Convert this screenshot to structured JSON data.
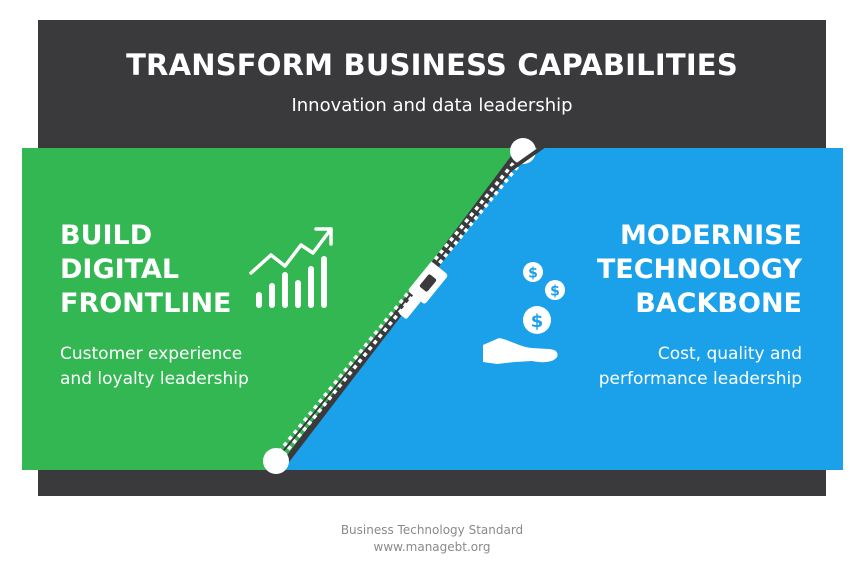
{
  "header": {
    "title": "TRANSFORM BUSINESS CAPABILITIES",
    "subtitle": "Innovation and data leadership"
  },
  "left_panel": {
    "heading_lines": [
      "BUILD",
      "DIGITAL",
      "FRONTLINE"
    ],
    "body_lines": [
      "Customer experience",
      "and loyalty leadership"
    ],
    "color": "#33b753",
    "icon": "growth-chart-icon"
  },
  "right_panel": {
    "heading_lines": [
      "MODERNISE",
      "TECHNOLOGY",
      "BACKBONE"
    ],
    "body_lines": [
      "Cost, quality and",
      "performance leadership"
    ],
    "color": "#1aa1ea",
    "icon": "hand-coins-icon"
  },
  "divider": {
    "icon": "zipper-icon"
  },
  "colors": {
    "background": "#3a3a3c",
    "text": "#ffffff",
    "footer": "#8a8a8a"
  },
  "footer": {
    "line1": "Business Technology Standard",
    "line2": "www.managebt.org"
  }
}
